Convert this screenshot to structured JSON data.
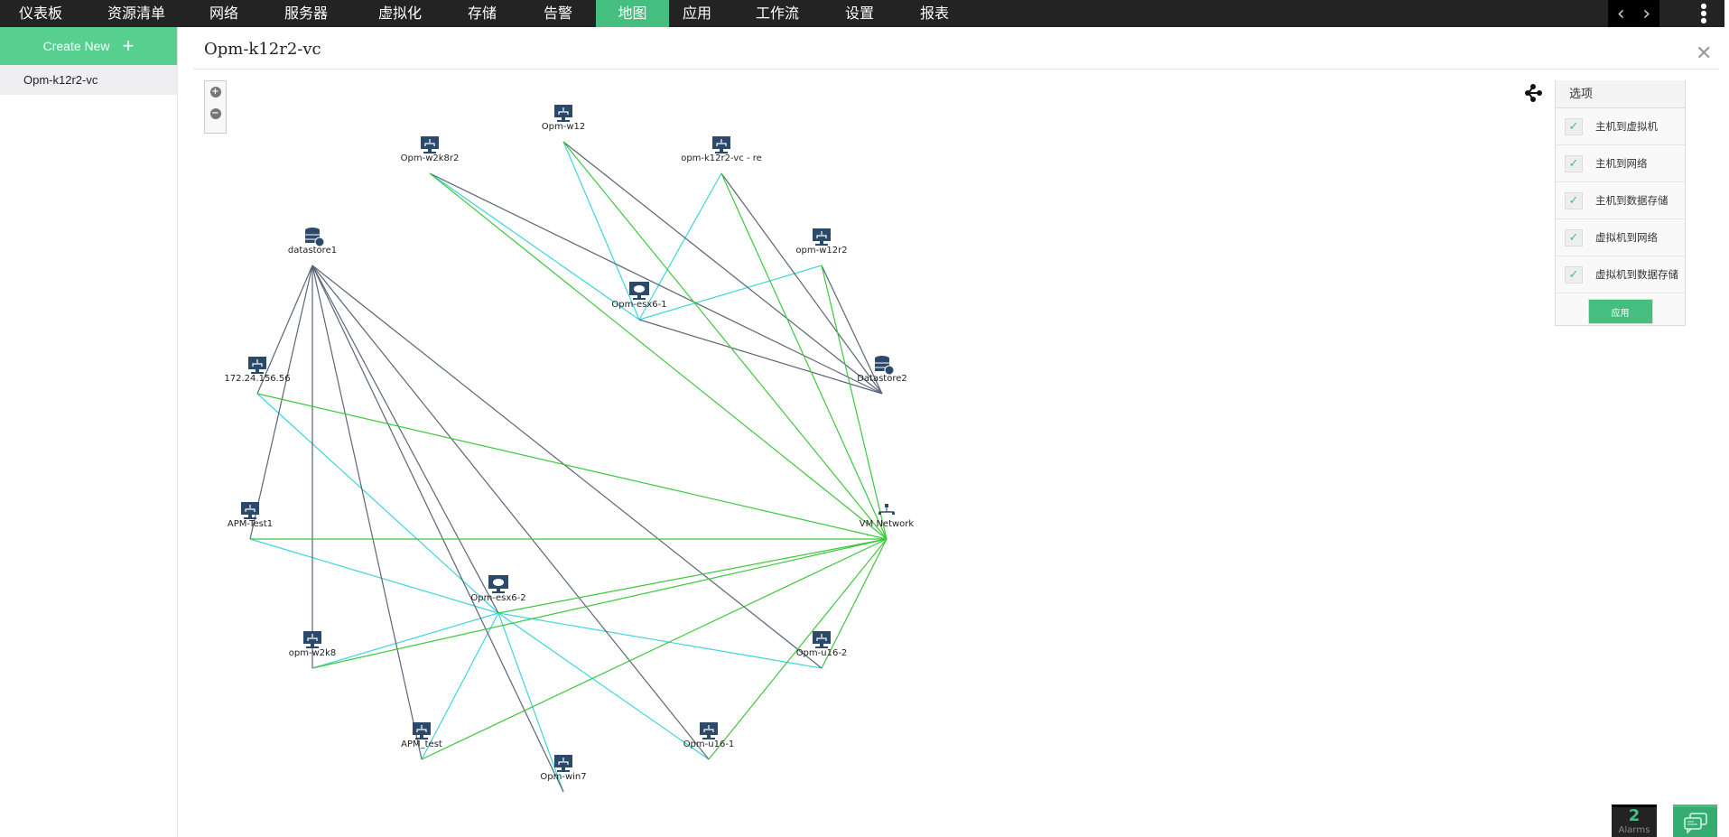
{
  "nav": {
    "tabs": [
      "仪表板",
      "资源清单",
      "网络",
      "服务器",
      "虚拟化",
      "存储",
      "告警",
      "地图",
      "应用",
      "工作流",
      "设置",
      "报表"
    ],
    "active": "地图"
  },
  "sidebar": {
    "create_label": "Create New",
    "items": [
      "Opm-k12r2-vc"
    ]
  },
  "page": {
    "title": "Opm-k12r2-vc"
  },
  "options": {
    "header": "选项",
    "items": [
      {
        "label": "主机到虚拟机",
        "checked": true
      },
      {
        "label": "主机到网络",
        "checked": true
      },
      {
        "label": "主机到数据存储",
        "checked": true
      },
      {
        "label": "虚拟机到网络",
        "checked": true
      },
      {
        "label": "虚拟机到数据存储",
        "checked": true
      }
    ],
    "apply_label": "应用"
  },
  "footer": {
    "alarm_count": "2",
    "alarm_label": "Alarms"
  },
  "colors": {
    "accent": "#45bf80",
    "vm_datastore": "#5a6577",
    "host_vm": "#3fd4dc",
    "network": "#3cc83c",
    "icon": "#2b4a6b"
  },
  "topology": {
    "nodes": [
      {
        "id": "Opm-w12",
        "type": "vm"
      },
      {
        "id": "Opm-w2k8r2",
        "type": "vm"
      },
      {
        "id": "opm-k12r2-vc - re",
        "type": "vm"
      },
      {
        "id": "datastore1",
        "type": "datastore"
      },
      {
        "id": "opm-w12r2",
        "type": "vm"
      },
      {
        "id": "Opm-esx6-1",
        "type": "host"
      },
      {
        "id": "172.24.156.56",
        "type": "vm"
      },
      {
        "id": "Datastore2",
        "type": "datastore"
      },
      {
        "id": "APM-Test1",
        "type": "vm"
      },
      {
        "id": "VM Network",
        "type": "network"
      },
      {
        "id": "Opm-esx6-2",
        "type": "host"
      },
      {
        "id": "opm-w2k8",
        "type": "vm"
      },
      {
        "id": "Opm-u16-2",
        "type": "vm"
      },
      {
        "id": "APM_test",
        "type": "vm"
      },
      {
        "id": "Opm-u16-1",
        "type": "vm"
      },
      {
        "id": "Opm-win7",
        "type": "vm"
      }
    ],
    "edges": [
      [
        "Opm-esx6-1",
        "Opm-w2k8r2",
        "host_vm"
      ],
      [
        "Opm-esx6-1",
        "Opm-w12",
        "host_vm"
      ],
      [
        "Opm-esx6-1",
        "opm-k12r2-vc - re",
        "host_vm"
      ],
      [
        "Opm-esx6-1",
        "opm-w12r2",
        "host_vm"
      ],
      [
        "Opm-esx6-2",
        "172.24.156.56",
        "host_vm"
      ],
      [
        "Opm-esx6-2",
        "APM-Test1",
        "host_vm"
      ],
      [
        "Opm-esx6-2",
        "opm-w2k8",
        "host_vm"
      ],
      [
        "Opm-esx6-2",
        "APM_test",
        "host_vm"
      ],
      [
        "Opm-esx6-2",
        "Opm-win7",
        "host_vm"
      ],
      [
        "Opm-esx6-2",
        "Opm-u16-1",
        "host_vm"
      ],
      [
        "Opm-esx6-2",
        "Opm-u16-2",
        "host_vm"
      ],
      [
        "datastore1",
        "172.24.156.56",
        "vm_datastore"
      ],
      [
        "datastore1",
        "APM-Test1",
        "vm_datastore"
      ],
      [
        "datastore1",
        "opm-w2k8",
        "vm_datastore"
      ],
      [
        "datastore1",
        "APM_test",
        "vm_datastore"
      ],
      [
        "datastore1",
        "Opm-win7",
        "vm_datastore"
      ],
      [
        "datastore1",
        "Opm-u16-1",
        "vm_datastore"
      ],
      [
        "datastore1",
        "Opm-u16-2",
        "vm_datastore"
      ],
      [
        "datastore1",
        "Opm-esx6-2",
        "vm_datastore"
      ],
      [
        "Datastore2",
        "Opm-w12",
        "vm_datastore"
      ],
      [
        "Datastore2",
        "Opm-w2k8r2",
        "vm_datastore"
      ],
      [
        "Datastore2",
        "opm-k12r2-vc - re",
        "vm_datastore"
      ],
      [
        "Datastore2",
        "opm-w12r2",
        "vm_datastore"
      ],
      [
        "Datastore2",
        "Opm-esx6-1",
        "vm_datastore"
      ],
      [
        "VM Network",
        "Opm-w2k8r2",
        "network"
      ],
      [
        "VM Network",
        "Opm-w12",
        "network"
      ],
      [
        "VM Network",
        "opm-k12r2-vc - re",
        "network"
      ],
      [
        "VM Network",
        "opm-w12r2",
        "network"
      ],
      [
        "VM Network",
        "172.24.156.56",
        "network"
      ],
      [
        "VM Network",
        "APM-Test1",
        "network"
      ],
      [
        "VM Network",
        "opm-w2k8",
        "network"
      ],
      [
        "VM Network",
        "APM_test",
        "network"
      ],
      [
        "VM Network",
        "Opm-u16-1",
        "network"
      ],
      [
        "VM Network",
        "Opm-u16-2",
        "network"
      ],
      [
        "VM Network",
        "Opm-esx6-2",
        "network"
      ]
    ]
  }
}
